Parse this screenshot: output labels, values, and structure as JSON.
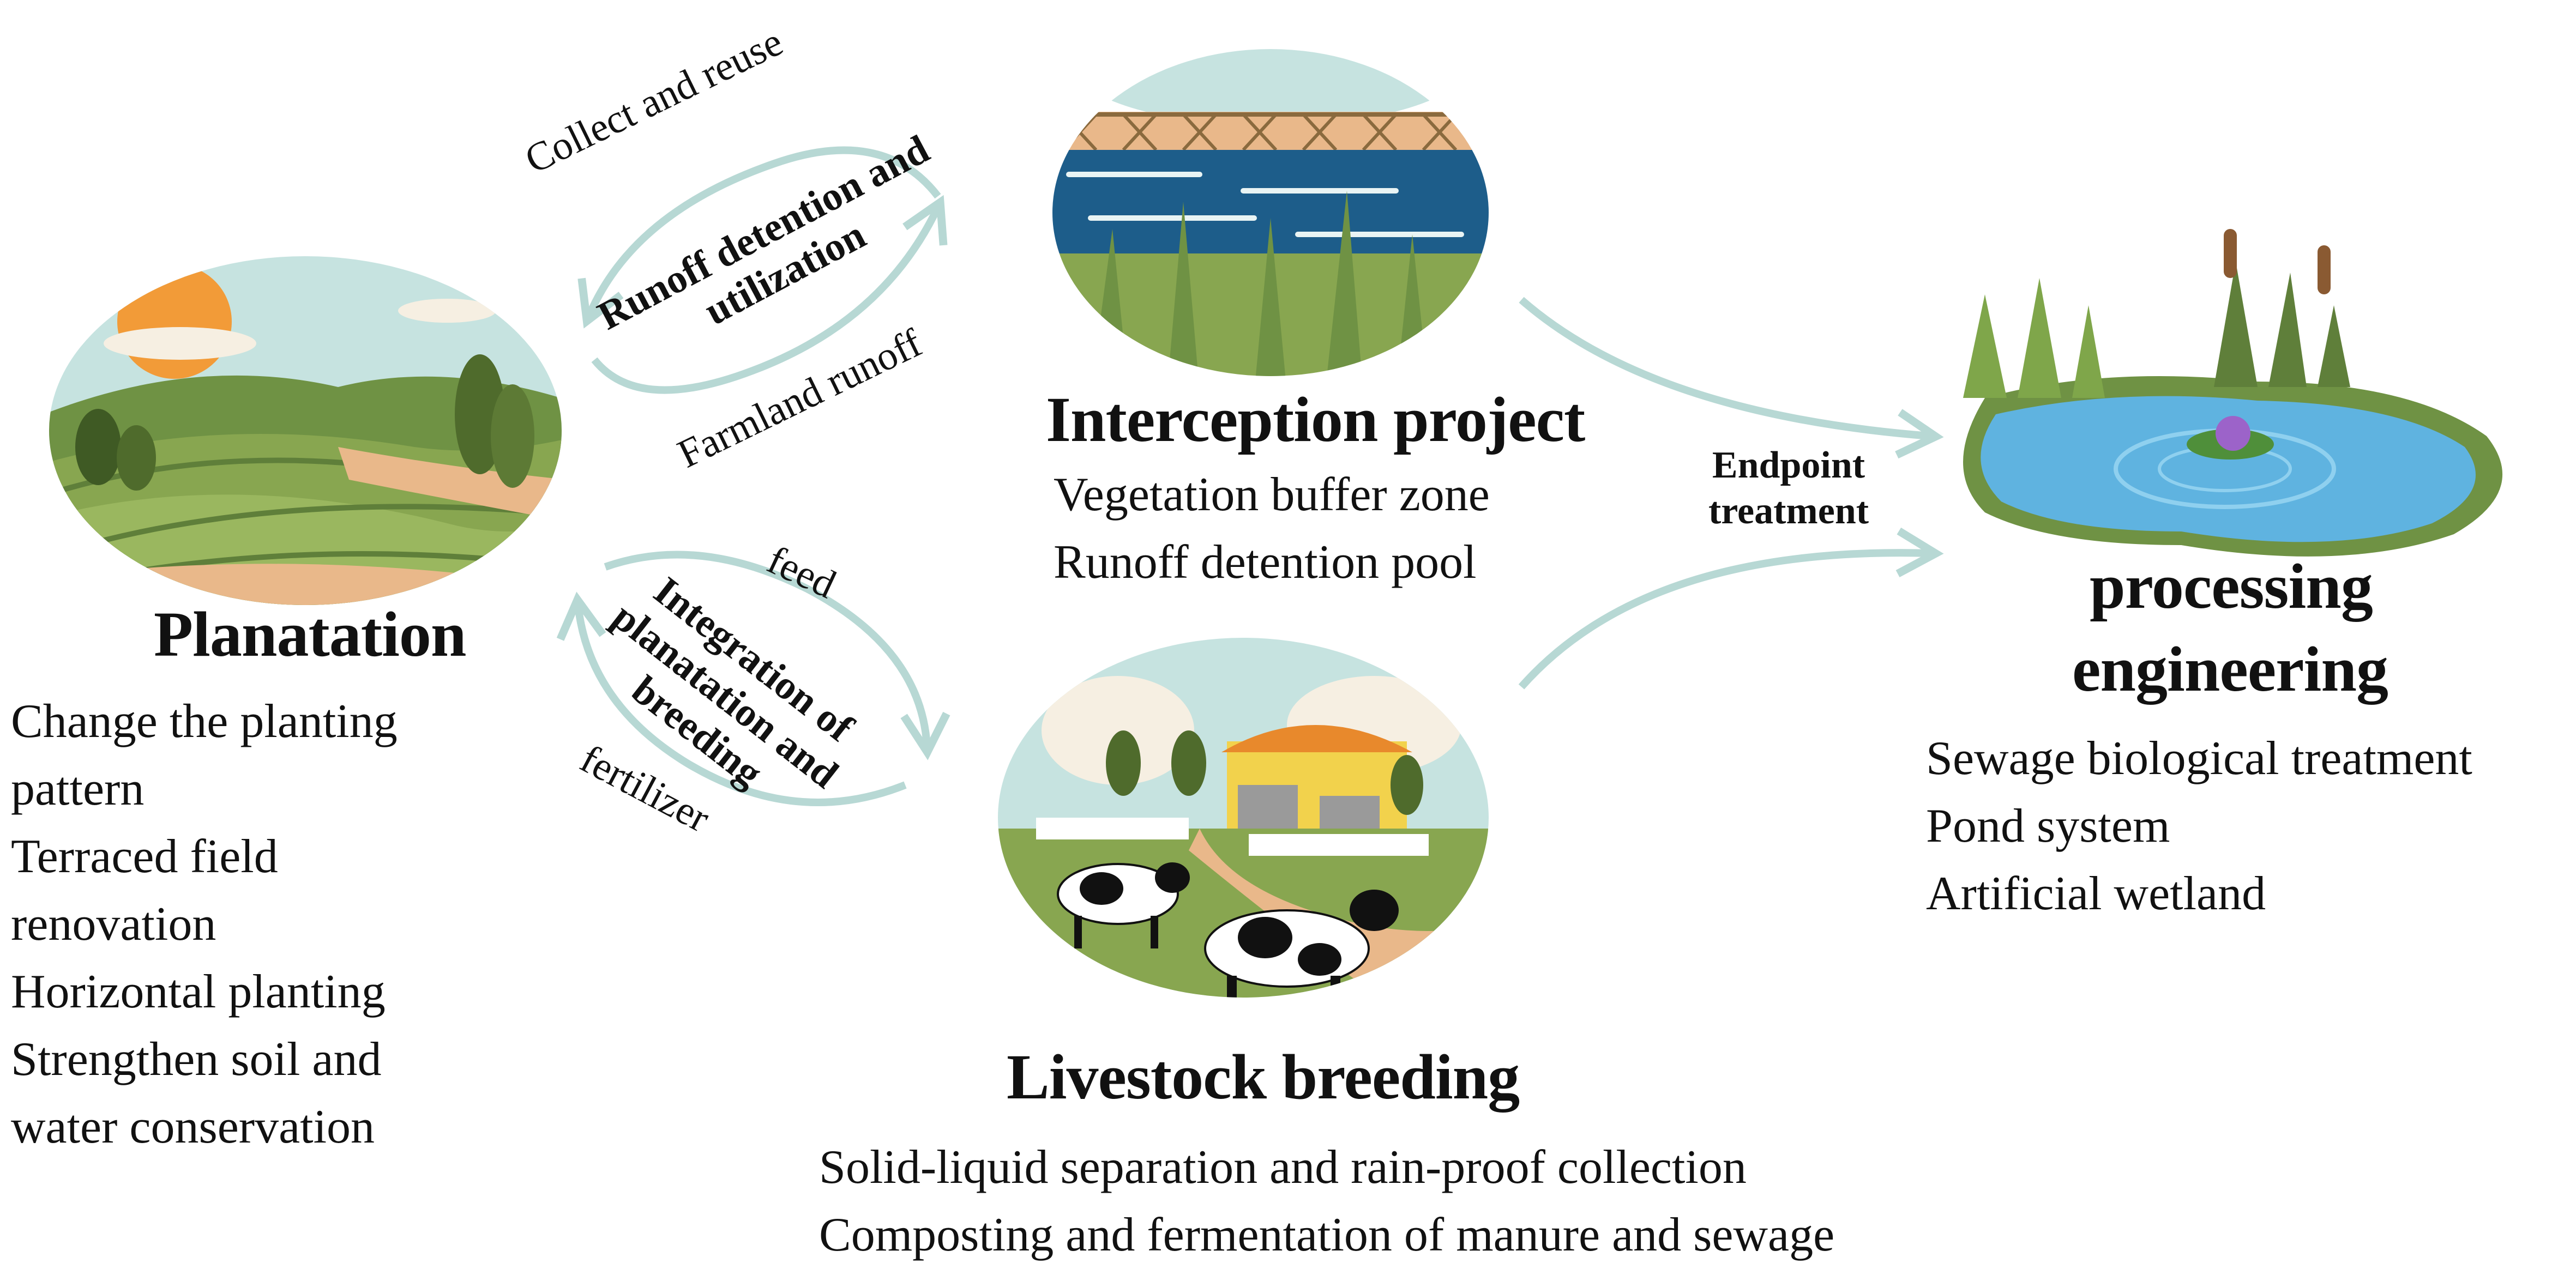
{
  "colors": {
    "arrow": "#b7d8d4",
    "sky": "#c6e3e0",
    "field_green": "#88a650",
    "dark_green": "#5f7f3a",
    "soil": "#e9b88a",
    "water_blue": "#1d5d8a",
    "pond_blue": "#5fb3e0",
    "barn_yellow": "#f2d24c",
    "barn_roof": "#e8892c"
  },
  "planatation": {
    "title": "Planatation",
    "items": [
      "Change the planting",
      "pattern",
      "Terraced field",
      "renovation",
      "Horizontal planting",
      "Strengthen soil and",
      "water conservation"
    ]
  },
  "interception": {
    "title": "Interception project",
    "items": [
      "Vegetation buffer zone",
      "Runoff detention pool"
    ]
  },
  "livestock": {
    "title": "Livestock breeding",
    "items": [
      "Solid-liquid separation and rain-proof collection",
      "Composting and fermentation of manure and sewage"
    ]
  },
  "processing": {
    "title_line1": "processing",
    "title_line2": "engineering",
    "items": [
      "Sewage biological treatment",
      "Pond system",
      "Artificial wetland"
    ]
  },
  "cycle_top": {
    "center_line1": "Runoff detention and",
    "center_line2": "utilization",
    "outer_top": "Collect and reuse",
    "outer_bottom": "Farmland runoff"
  },
  "cycle_bottom": {
    "center_line1": "Integration of",
    "center_line2": "planatation and",
    "center_line3": "breeding",
    "outer_top": "feed",
    "outer_bottom": "fertilizer"
  },
  "endpoint": {
    "line1": "Endpoint",
    "line2": "treatment"
  }
}
